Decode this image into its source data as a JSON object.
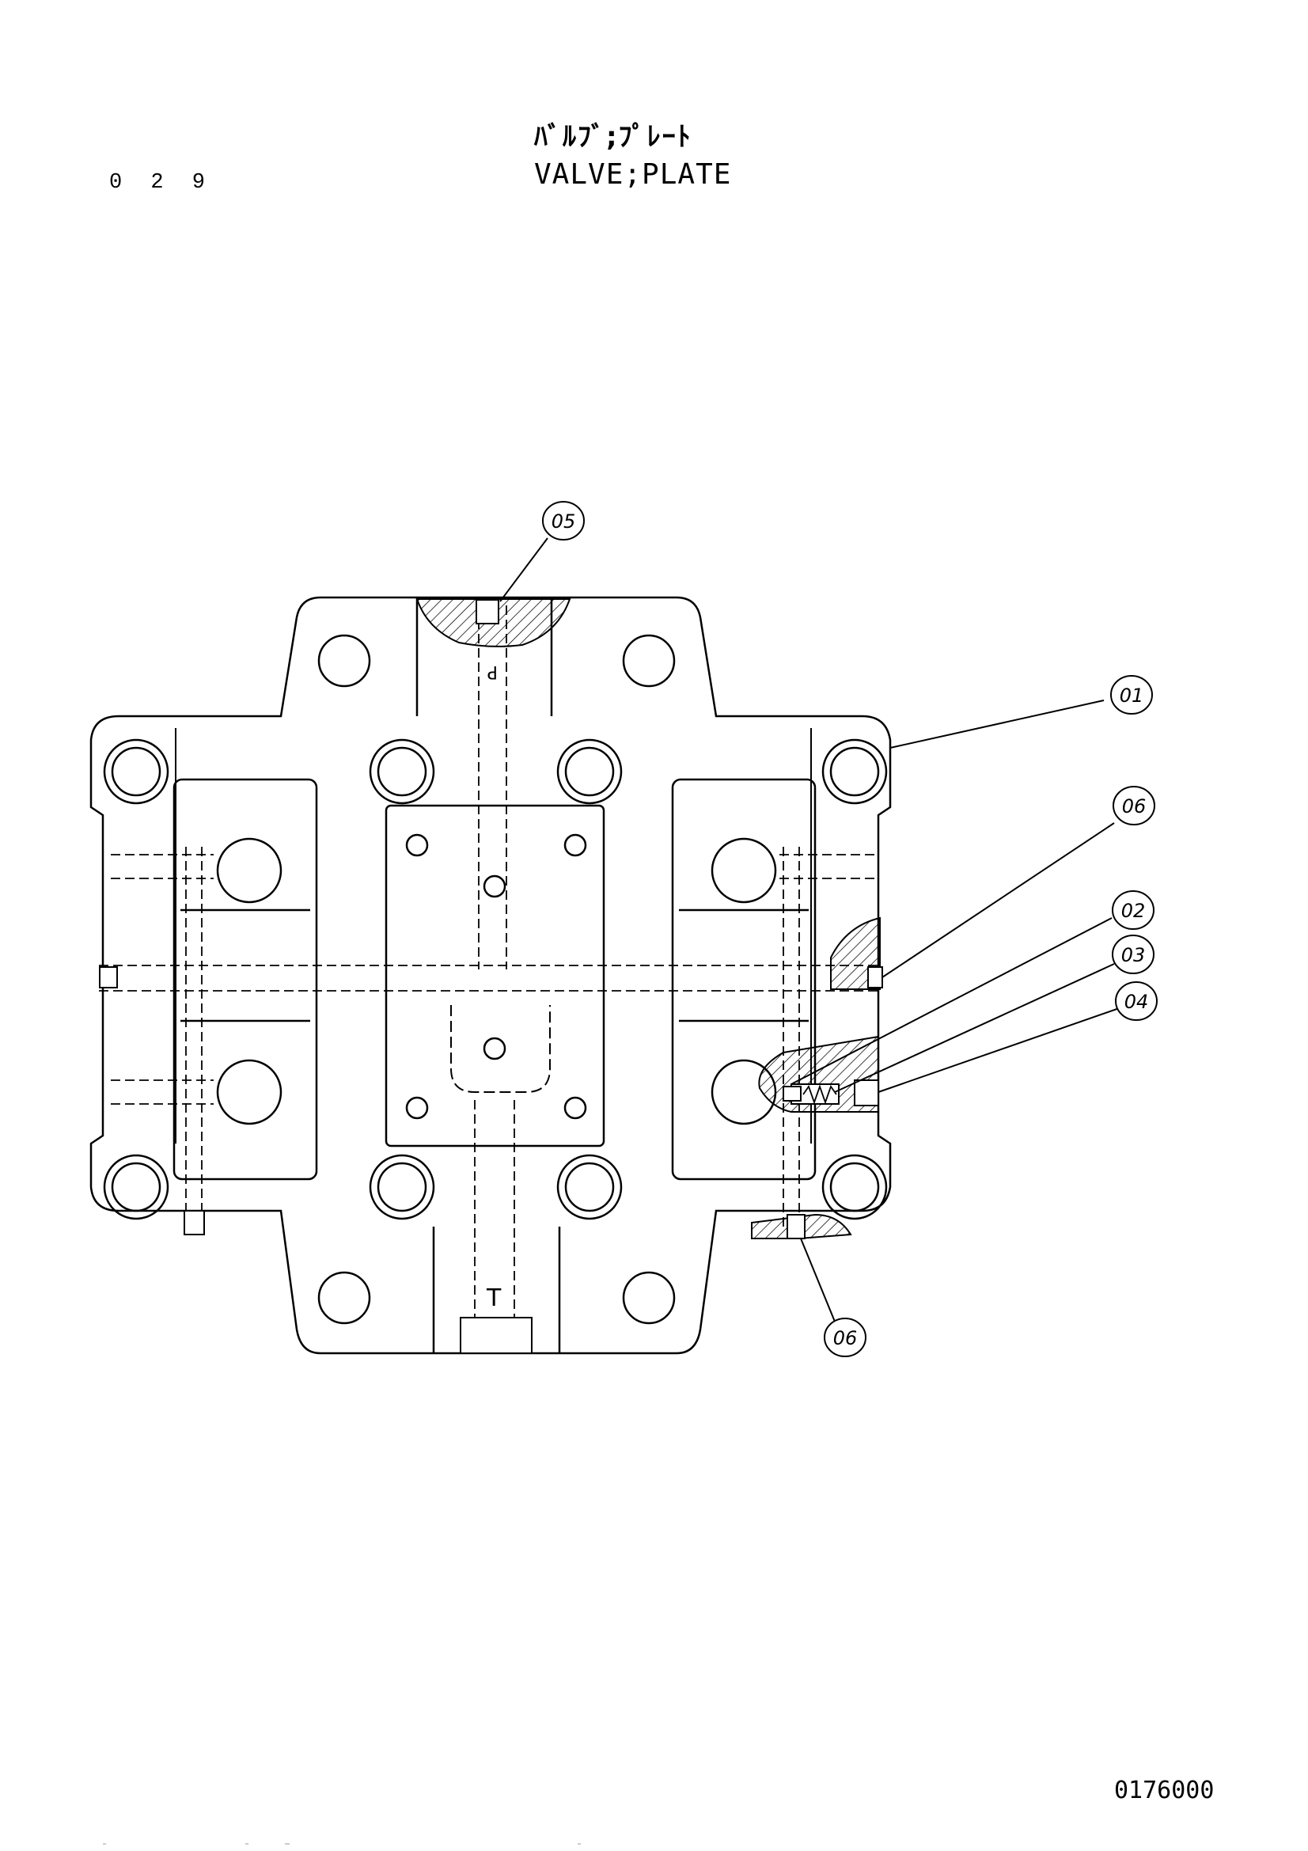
{
  "page": {
    "number": "0 2 9",
    "title_jp": "ﾊﾞﾙﾌﾞ;ﾌﾟﾚｰﾄ",
    "title_en": "VALVE;PLATE",
    "drawing_code": "0176000"
  },
  "callouts": [
    {
      "id": "c05-top",
      "label": "05"
    },
    {
      "id": "c01",
      "label": "01"
    },
    {
      "id": "c06-right",
      "label": "06"
    },
    {
      "id": "c02",
      "label": "02"
    },
    {
      "id": "c03",
      "label": "03"
    },
    {
      "id": "c04",
      "label": "04"
    },
    {
      "id": "c06-bottom",
      "label": "06"
    }
  ],
  "marks": {
    "port_p": "P",
    "port_t": "T"
  }
}
